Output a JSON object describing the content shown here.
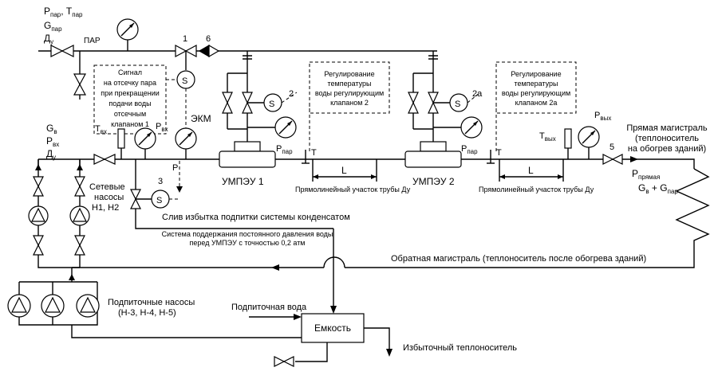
{
  "steam_inlet": {
    "label_p": "P",
    "sub_p": "пар",
    "label_t": ", T",
    "sub_t": "пар",
    "label_g": "G",
    "sub_g": "пар",
    "label_d": "Д",
    "sub_d": "у"
  },
  "steam_line": "ПАР",
  "valve_1": "1",
  "valve_6": "6",
  "signal_note": [
    "Сигнал",
    "на отсечку пара",
    "при прекращении",
    "подачи воды",
    "отсечным",
    "клапаном 1"
  ],
  "ekm": "ЭКМ",
  "unit_1": {
    "name": "УМПЭУ 1",
    "valve": "2",
    "p_label": "P",
    "p_sub": "пар",
    "t_label": "T"
  },
  "unit_2": {
    "name": "УМПЭУ 2",
    "valve": "2а",
    "p_label": "P",
    "p_sub": "пар",
    "t_label": "T"
  },
  "regulation_2": [
    "Регулирование",
    "температуры",
    "воды регулирующим",
    "клапаном 2"
  ],
  "regulation_2a": [
    "Регулирование",
    "температуры",
    "воды регулирующим",
    "клапаном 2а"
  ],
  "inlet_params": {
    "g": "G",
    "g_sub": "в",
    "p": "P",
    "p_sub": "вх",
    "d": "Д",
    "d_sub": "у"
  },
  "t_in": {
    "label": "T",
    "sub": "вх"
  },
  "p_in": {
    "label": "P",
    "sub": "вх"
  },
  "p_symbol": "P",
  "valve_3": "3",
  "network_pumps": [
    "Сетевые",
    "насосы",
    "Н1, Н2"
  ],
  "straight_1": {
    "l": "L",
    "caption": "Прямолинейный участок трубы Ду"
  },
  "straight_2": {
    "l": "L",
    "caption": "Прямолинейный участок трубы Ду"
  },
  "t_out": {
    "label": "T",
    "sub": "вых"
  },
  "p_out": {
    "label": "P",
    "sub": "вых"
  },
  "valve_5": "5",
  "supply_main": [
    "Прямая магистраль",
    "(теплоноситель",
    "на обогрев  зданий)"
  ],
  "p_supply": {
    "label": "P",
    "sub": "прямая"
  },
  "g_sum": {
    "g1": "G",
    "s1": "в",
    "plus": " + G",
    "s2": "пар"
  },
  "drain_note": "Слив избытка подпитки системы конденсатом",
  "pressure_system": [
    "Система поддержания постоянного давления воды",
    "перед УМПЭУ с точностью 0,2 атм"
  ],
  "return_main": "Обратная магистраль (теплоноситель после обогрева зданий)",
  "makeup_pumps": [
    "Подпиточные насосы",
    "(Н-3, Н-4, Н-5)"
  ],
  "makeup_water": "Подпиточная вода",
  "tank": "Емкость",
  "excess_coolant": "Избыточный теплоноситель"
}
